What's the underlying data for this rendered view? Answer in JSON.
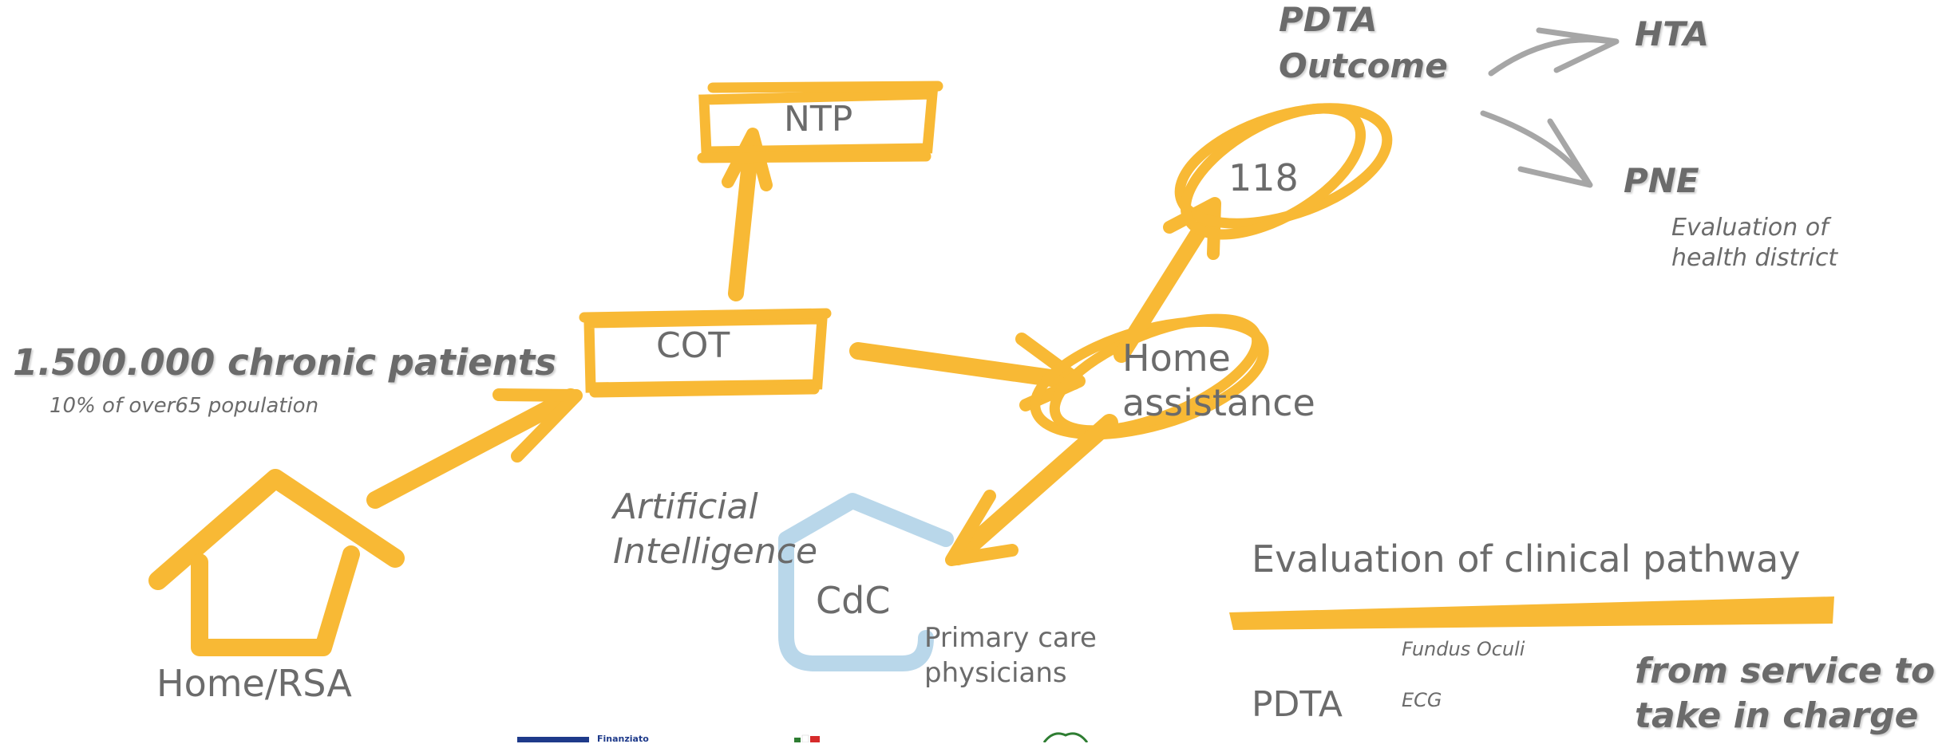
{
  "colors": {
    "marker": "#f8b935",
    "marker_dark": "#f2ad22",
    "text": "#6b6b6b",
    "gray_arrow": "#a6a6a6",
    "cdc_outline": "#b9d7ea",
    "eu_blue": "#1e3a8a",
    "italy_red": "#d62b2b",
    "emblem_green": "#2e7d32"
  },
  "nodes": {
    "home_rsa": "Home/RSA",
    "cot": "COT",
    "ntp": "NTP",
    "n118": "118",
    "home_assistance_line1": "Home",
    "home_assistance_line2": "assistance",
    "cdc": "CdC",
    "primary_care_line1": "Primary care",
    "primary_care_line2": "physicians"
  },
  "annotations": {
    "chronic_patients": "1.500.000 chronic patients",
    "chronic_patients_sub": "10% of over65 population",
    "ai_line1": "Artificial",
    "ai_line2": "Intelligence",
    "pdta_outcome_line1": "PDTA",
    "pdta_outcome_line2": "Outcome",
    "hta": "HTA",
    "pne": "PNE",
    "pne_sub_line1": "Evaluation of",
    "pne_sub_line2": "health district",
    "clinical_pathway": "Evaluation of clinical pathway",
    "pdta": "PDTA",
    "fundus_oculi": "Fundus Oculi",
    "ecg": "ECG",
    "slogan_line1": "from service to",
    "slogan_line2": "take in charge"
  },
  "logos": {
    "eu_logo_text": "Finanziato",
    "icons": [
      "eu-flag-icon",
      "italy-flag-icon",
      "italian-emblem-icon"
    ]
  }
}
